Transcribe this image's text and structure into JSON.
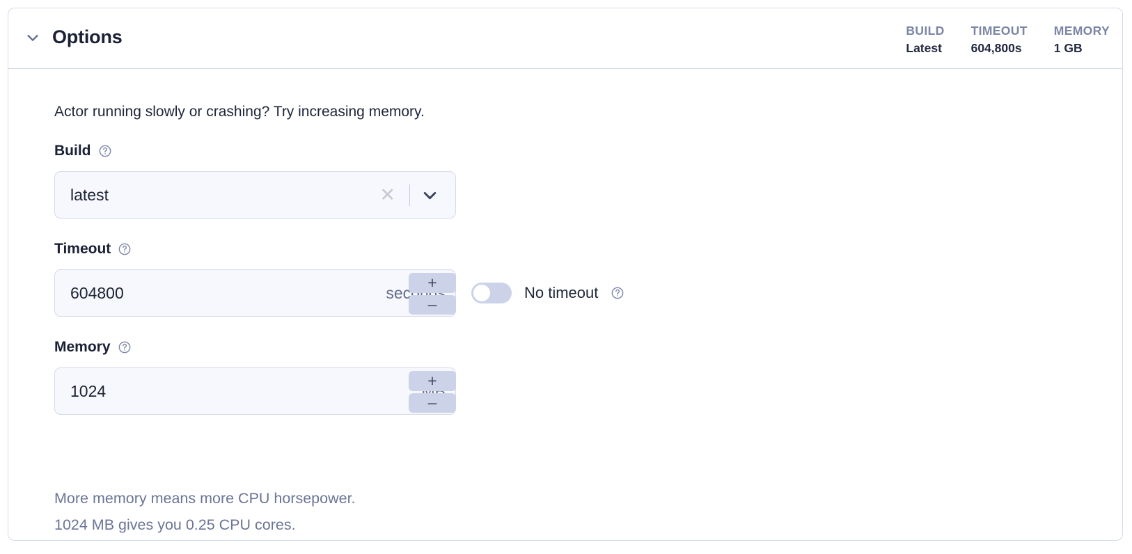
{
  "card": {
    "title": "Options",
    "collapse_icon": "chevron-down-icon",
    "stats": [
      {
        "label": "BUILD",
        "value": "Latest"
      },
      {
        "label": "TIMEOUT",
        "value": "604,800s"
      },
      {
        "label": "MEMORY",
        "value": "1 GB"
      }
    ]
  },
  "body": {
    "intro": "Actor running slowly or crashing? Try increasing memory.",
    "build": {
      "label": "Build",
      "help_icon": "help-circle-icon",
      "value": "latest",
      "clear_icon": "close-icon",
      "dropdown_icon": "chevron-down-icon"
    },
    "timeout": {
      "label": "Timeout",
      "help_icon": "help-circle-icon",
      "value": "604800",
      "unit": "seconds",
      "increment_label": "+",
      "decrement_label": "–",
      "no_timeout": {
        "label": "No timeout",
        "help_icon": "help-circle-icon",
        "enabled": false
      }
    },
    "memory": {
      "label": "Memory",
      "help_icon": "help-circle-icon",
      "value": "1024",
      "unit": "MB",
      "increment_label": "+",
      "decrement_label": "–",
      "helper_line_1": "More memory means more CPU horsepower.",
      "helper_line_2": "1024 MB gives you 0.25 CPU cores."
    }
  },
  "colors": {
    "border": "#d5daea",
    "input_bg": "#f7f8fd",
    "stepper_bg": "#ccd2e8",
    "muted_text": "#6b7595",
    "title_text": "#1a2035",
    "stat_label": "#7b85a6"
  }
}
